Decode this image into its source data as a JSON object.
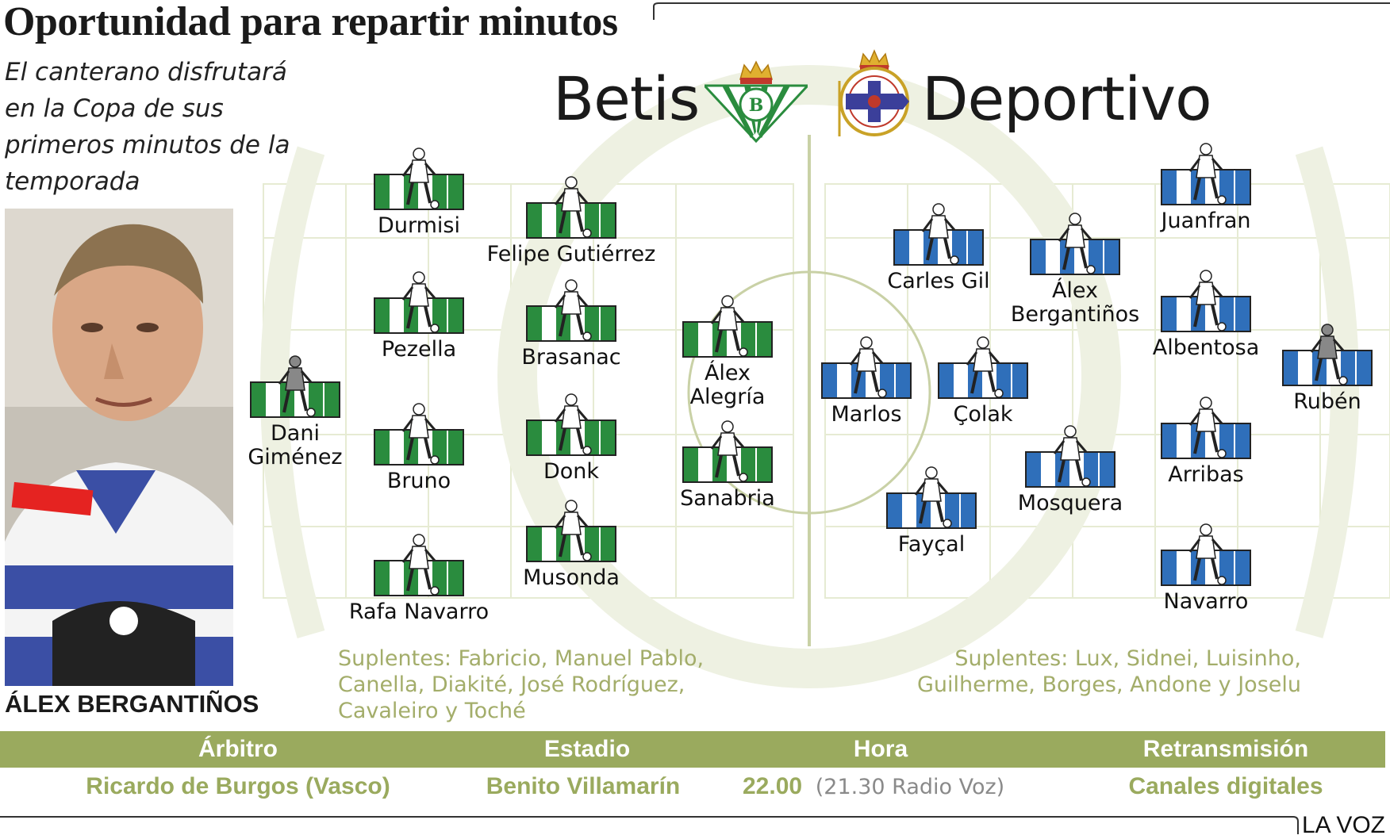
{
  "headline": "Oportunidad para repartir minutos",
  "subtitle": "El canterano disfrutará en la Copa de sus primeros minutos de la temporada",
  "photo_caption": "ÁLEX BERGANTIÑOS",
  "home_team": {
    "name": "Betis",
    "crest_icon": "betis-crest-icon",
    "kit_color": "#2a8c3e",
    "players": [
      "Dani\nGiménez",
      "Durmisi",
      "Pezella",
      "Bruno",
      "Rafa Navarro",
      "Felipe Gutiérrez",
      "Brasanac",
      "Donk",
      "Musonda",
      "Álex\nAlegría",
      "Sanabria"
    ],
    "subs": "Suplentes: Fabricio, Manuel Pablo, Canella, Diakité, José Rodríguez, Cavaleiro y Toché"
  },
  "away_team": {
    "name": "Deportivo",
    "crest_icon": "deportivo-crest-icon",
    "kit_color": "#2f6fba",
    "players": [
      "Marlos",
      "Fayçal",
      "Carles Gil",
      "Çolak",
      "Álex\nBergantiños",
      "Mosquera",
      "Juanfran",
      "Albentosa",
      "Arribas",
      "Navarro",
      "Rubén"
    ],
    "subs": "Suplentes: Lux, Sidnei, Luisinho, Guilherme, Borges, Andone y Joselu"
  },
  "info": {
    "referee_label": "Árbitro",
    "referee": "Ricardo de Burgos (Vasco)",
    "stadium_label": "Estadio",
    "stadium": "Benito Villamarín",
    "time_label": "Hora",
    "time": "22.00",
    "time_extra": "(21.30 Radio Voz)",
    "broadcast_label": "Retransmisión",
    "broadcast": "Canales digitales"
  },
  "brand": "LA VOZ",
  "colors": {
    "pitch_line": "#e2e8cc",
    "accent": "#9aaa5e",
    "keeper": "#888888"
  }
}
